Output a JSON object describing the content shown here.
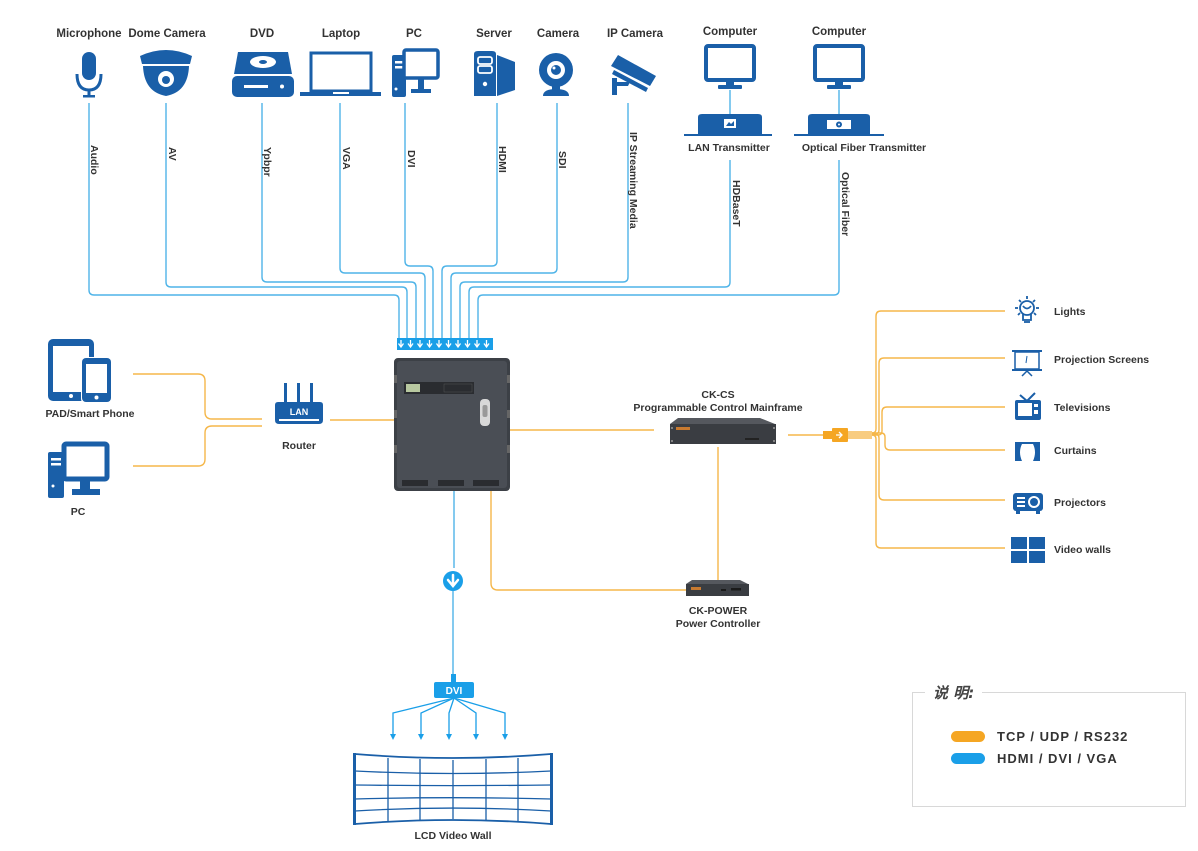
{
  "sources": [
    {
      "id": "microphone",
      "label": "Microphone",
      "cable": "Audio"
    },
    {
      "id": "dome-camera",
      "label": "Dome Camera",
      "cable": "AV"
    },
    {
      "id": "dvd",
      "label": "DVD",
      "cable": "Ypbpr"
    },
    {
      "id": "laptop",
      "label": "Laptop",
      "cable": "VGA"
    },
    {
      "id": "pc",
      "label": "PC",
      "cable": "DVI"
    },
    {
      "id": "server",
      "label": "Server",
      "cable": "HDMI"
    },
    {
      "id": "camera",
      "label": "Camera",
      "cable": "SDI"
    },
    {
      "id": "ip-camera",
      "label": "IP Camera",
      "cable": "IP Streaming Media"
    },
    {
      "id": "computer-lan",
      "label": "Computer",
      "cable": "HDBaseT",
      "transmitter": "LAN Transmitter"
    },
    {
      "id": "computer-fiber",
      "label": "Computer",
      "cable": "Optical Fiber",
      "transmitter": "Optical Fiber Transmitter"
    }
  ],
  "control_clients": {
    "pad": "PAD/Smart Phone",
    "pc": "PC",
    "router": "Router",
    "router_badge": "LAN"
  },
  "mainframe": {
    "name": "CK-CS",
    "desc": "Programmable Control Mainframe"
  },
  "power": {
    "name": "CK-POWER",
    "desc": "Power Controller"
  },
  "output": {
    "connector": "DVI",
    "wall_label": "LCD Video Wall"
  },
  "devices": [
    {
      "id": "lights",
      "label": "Lights"
    },
    {
      "id": "projection-screens",
      "label": "Projection Screens"
    },
    {
      "id": "televisions",
      "label": "Televisions"
    },
    {
      "id": "curtains",
      "label": "Curtains"
    },
    {
      "id": "projectors",
      "label": "Projectors"
    },
    {
      "id": "video-walls",
      "label": "Video walls"
    }
  ],
  "legend": {
    "title": "说 明:",
    "items": [
      {
        "label": "TCP / UDP / RS232",
        "color": "#f5a623"
      },
      {
        "label": "HDMI / DVI / VGA",
        "color": "#1a9fe8"
      }
    ]
  },
  "colors": {
    "signal_line": "#4fb4e8",
    "control_line": "#f5b74a",
    "icon": "#1a5fa8",
    "input_bar": "#1a9fe8"
  }
}
